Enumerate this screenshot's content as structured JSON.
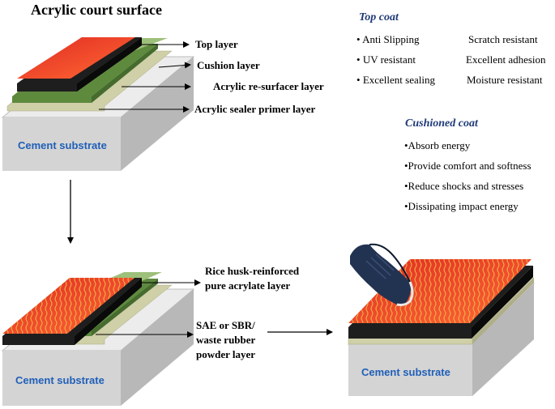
{
  "title": "Acrylic court surface",
  "top_diagram": {
    "labels": {
      "top_layer": "Top layer",
      "cushion_layer": "Cushion layer",
      "resurfacer_layer": "Acrylic re-surfacer layer",
      "sealer_layer": "Acrylic sealer primer layer"
    },
    "substrate": "Cement substrate"
  },
  "top_coat": {
    "heading": "Top coat",
    "left_items": [
      "Anti Slipping",
      "UV resistant",
      "Excellent sealing"
    ],
    "right_items": [
      "Scratch resistant",
      "Excellent adhesion",
      "Moisture resistant"
    ]
  },
  "cushioned_coat": {
    "heading": "Cushioned coat",
    "items": [
      "•Absorb energy",
      "•Provide comfort and softness",
      "•Reduce shocks and stresses",
      "•Dissipating impact energy"
    ]
  },
  "bottom_left_diagram": {
    "label_top": "Rice husk-reinforced pure acrylate layer",
    "label_bottom": "SAE or SBR/ waste rubber powder layer",
    "substrate": "Cement substrate"
  },
  "bottom_right_diagram": {
    "substrate": "Cement substrate"
  },
  "colors": {
    "top_layer_red": "#e8412b",
    "top_layer_orange": "#ff7a3a",
    "black_layer": "#1e1e1e",
    "green_layer": "#5e8a3e",
    "light_green_layer": "#9dc07a",
    "beige_layer": "#cfcfa8",
    "substrate_front": "#d4d4d4",
    "substrate_top": "#ececec",
    "substrate_side": "#b8b8b8",
    "substrate_text": "#1f5fb8",
    "heading_blue": "#1f3a78",
    "fiber_yellow": "#e9c04a"
  },
  "icons": [
    "arrow-down-icon",
    "arrow-right-icon",
    "sneaker-icon"
  ]
}
